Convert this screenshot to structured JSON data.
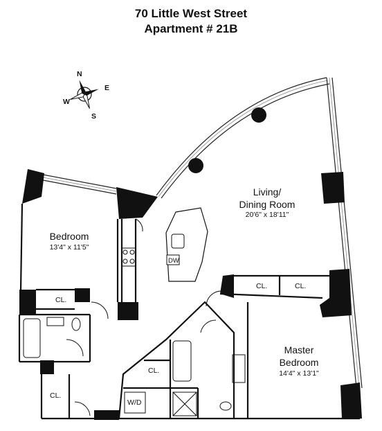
{
  "header": {
    "address": "70 Little West Street",
    "unit": "Apartment # 21B"
  },
  "compass": {
    "n": "N",
    "e": "E",
    "s": "S",
    "w": "W"
  },
  "rooms": {
    "living": {
      "name_line1": "Living/",
      "name_line2": "Dining Room",
      "dims": "20'6\" x 18'11\""
    },
    "bedroom": {
      "name": "Bedroom",
      "dims": "13'4\" x 11'5\""
    },
    "master": {
      "name_line1": "Master",
      "name_line2": "Bedroom",
      "dims": "14'4\" x 13'1\""
    }
  },
  "fixtures": {
    "closet": "CL.",
    "dishwasher": "DW",
    "washer_dryer": "W/D"
  },
  "colors": {
    "wall": "#111111",
    "line": "#222222",
    "window": "#777777"
  }
}
